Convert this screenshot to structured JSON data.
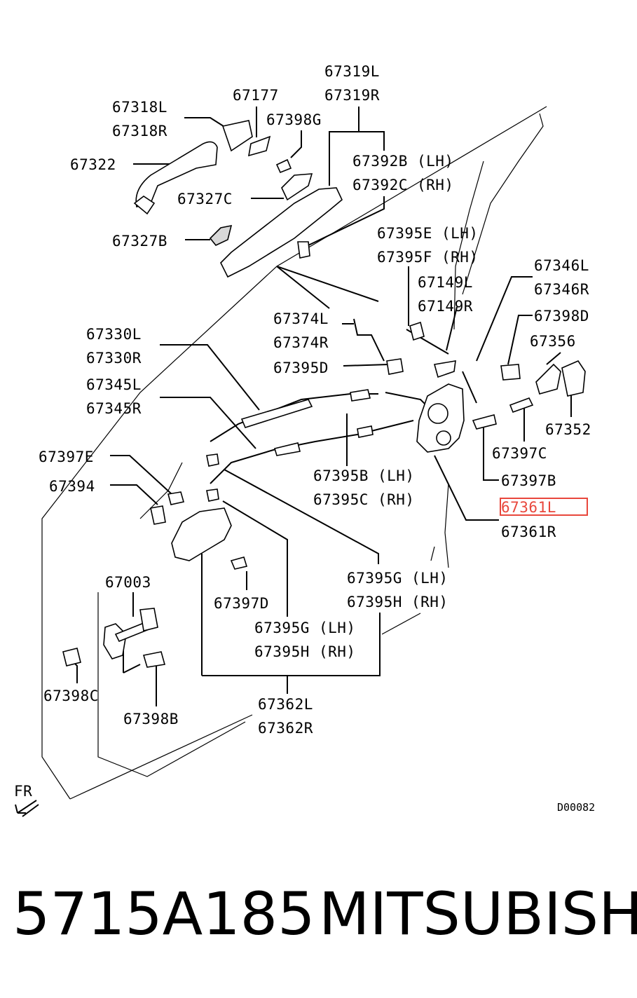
{
  "labels": {
    "l67319L": "67319L",
    "l67319R": "67319R",
    "l67177": "67177",
    "l67318L": "67318L",
    "l67318R": "67318R",
    "l67398G": "67398G",
    "l67322": "67322",
    "l67392B": "67392B (LH)",
    "l67392C": "67392C (RH)",
    "l67327C": "67327C",
    "l67327B": "67327B",
    "l67395E": "67395E (LH)",
    "l67395F": "67395F (RH)",
    "l67346L": "67346L",
    "l67346R": "67346R",
    "l67149L": "67149L",
    "l67149R": "67149R",
    "l67398D": "67398D",
    "l67374L": "67374L",
    "l67374R": "67374R",
    "l67330L": "67330L",
    "l67330R": "67330R",
    "l67356": "67356",
    "l67395D": "67395D",
    "l67345L": "67345L",
    "l67345R": "67345R",
    "l67352": "67352",
    "l67397E": "67397E",
    "l67397C": "67397C",
    "l67395B": "67395B (LH)",
    "l67395C": "67395C (RH)",
    "l67394": "67394",
    "l67397B": "67397B",
    "l67361L": "67361L",
    "l67361R": "67361R",
    "l67003": "67003",
    "l67395G1": "67395G (LH)",
    "l67395H1": "67395H (RH)",
    "l67397D": "67397D",
    "l67395G2": "67395G (LH)",
    "l67395H2": "67395H (RH)",
    "l67398C": "67398C",
    "l67362L": "67362L",
    "l67362R": "67362R",
    "l67398B": "67398B",
    "fr": "FR",
    "code": "D00082"
  },
  "footer": {
    "part_number": "5715A185",
    "brand": "MITSUBISHI"
  },
  "highlight_color": "#e8473c"
}
